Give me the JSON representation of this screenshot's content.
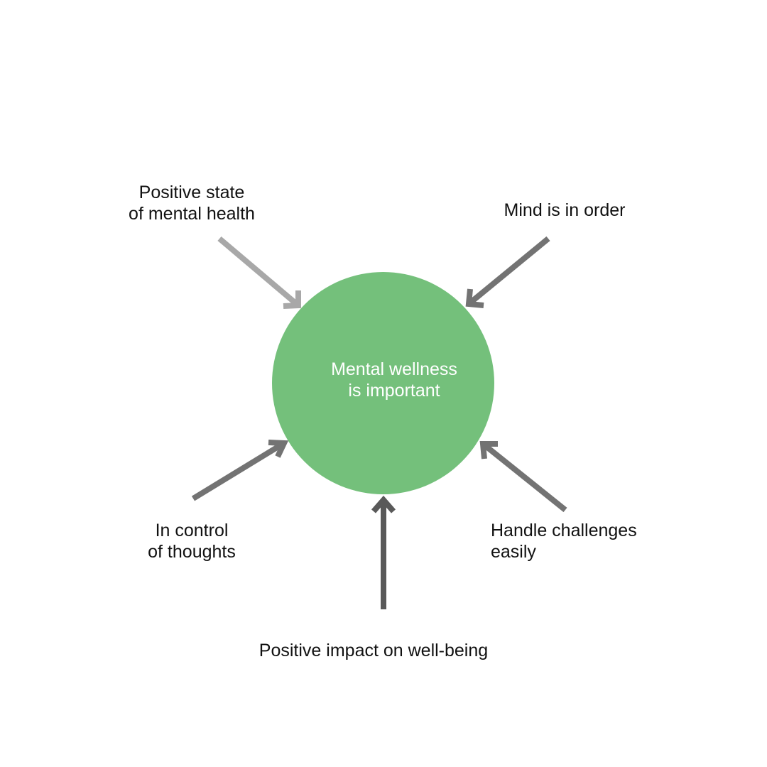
{
  "center": {
    "text": "Mental wellness\nis important",
    "color": "#74c07b"
  },
  "nodes": [
    {
      "id": "top-left",
      "text": "Positive state\nof mental health",
      "arrow_color": "#a8a8a8"
    },
    {
      "id": "top-right",
      "text": "Mind is in order",
      "arrow_color": "#737373"
    },
    {
      "id": "bottom-left",
      "text": "In control\nof thoughts",
      "arrow_color": "#737373"
    },
    {
      "id": "bottom-right",
      "text": "Handle challenges\neasily",
      "arrow_color": "#737373"
    },
    {
      "id": "bottom",
      "text": "Positive impact on well-being",
      "arrow_color": "#595959"
    }
  ]
}
